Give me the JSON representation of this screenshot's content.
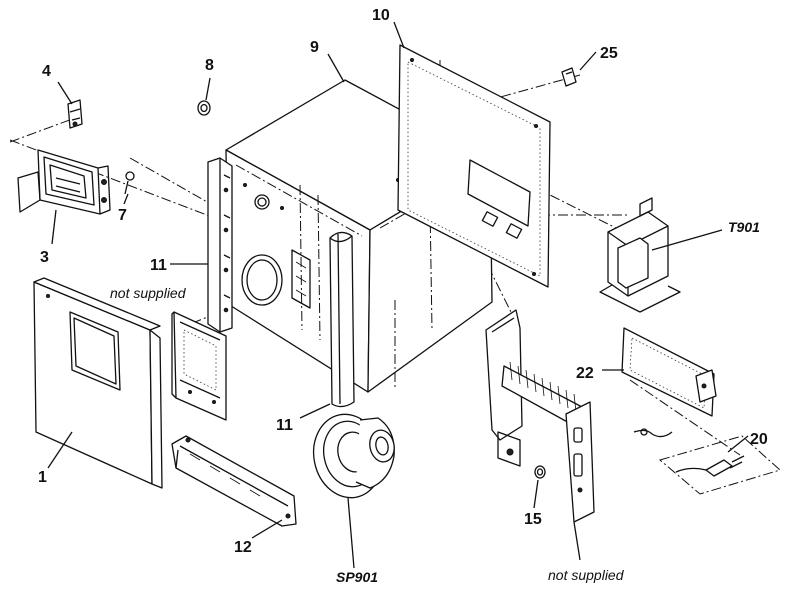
{
  "labels": {
    "p1": "1",
    "p3": "3",
    "p4": "4",
    "p7": "7",
    "p8": "8",
    "p9": "9",
    "p10": "10",
    "p11a": "11",
    "p11b": "11",
    "p12": "12",
    "p15": "15",
    "p20": "20",
    "p22": "22",
    "p25": "25",
    "t901": "T901",
    "sp901": "SP901",
    "not_supplied_left": "not supplied",
    "not_supplied_right": "not supplied"
  }
}
